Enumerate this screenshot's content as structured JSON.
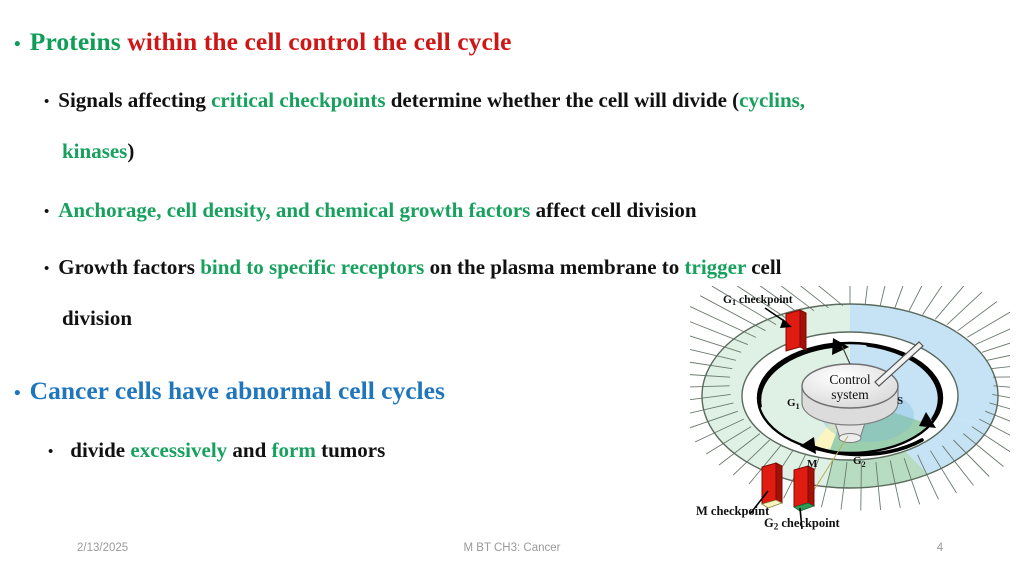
{
  "slide": {
    "bullets": [
      {
        "id": "b1",
        "level": 1,
        "glyph": "•",
        "segments": [
          {
            "text": "Proteins ",
            "color": "#0f9d58"
          },
          {
            "text": "within the cell control the cell cycle",
            "color": "#cf1616"
          }
        ]
      },
      {
        "id": "b2",
        "level": 2,
        "glyph": "•",
        "segments": [
          {
            "text": "Signals affecting ",
            "color": "#111111"
          },
          {
            "text": "critical checkpoints",
            "color": "#17a05e"
          },
          {
            "text": " determine whether the cell will divide  (",
            "color": "#111111"
          },
          {
            "text": "cyclins,",
            "color": "#17a05e"
          }
        ],
        "segments_line2": [
          {
            "text": "kinases",
            "color": "#17a05e"
          },
          {
            "text": ")",
            "color": "#111111"
          }
        ]
      },
      {
        "id": "b3",
        "level": 2,
        "glyph": "•",
        "segments": [
          {
            "text": "Anchorage, cell density, and chemical growth factors",
            "color": "#17a05e"
          },
          {
            "text": " affect cell division",
            "color": "#111111"
          }
        ]
      },
      {
        "id": "b4",
        "level": 2,
        "glyph": "•",
        "segments": [
          {
            "text": "Growth factors ",
            "color": "#111111"
          },
          {
            "text": "bind to specific receptors",
            "color": "#17a05e"
          },
          {
            "text": " on the plasma membrane to ",
            "color": "#111111"
          },
          {
            "text": "trigger",
            "color": "#17a05e"
          },
          {
            "text": " cell",
            "color": "#111111"
          }
        ],
        "segments_line2": [
          {
            "text": "division",
            "color": "#111111"
          }
        ]
      },
      {
        "id": "b5",
        "level": 1,
        "glyph": "•",
        "segments": [
          {
            "text": "Cancer cells have abnormal cell cycles",
            "color": "#1f76bc"
          }
        ]
      },
      {
        "id": "b6",
        "level": 2,
        "glyph": "•",
        "segments": [
          {
            "text": "divide ",
            "color": "#111111"
          },
          {
            "text": "excessively",
            "color": "#17a05e"
          },
          {
            "text": " and ",
            "color": "#111111"
          },
          {
            "text": "form",
            "color": "#17a05e"
          },
          {
            "text": " tumors",
            "color": "#111111"
          }
        ]
      }
    ],
    "text": {
      "b1_full": "Proteins within the cell control the cell cycle",
      "b2_full": "Signals affecting critical checkpoints determine whether the cell will divide  (cyclins, kinases)",
      "b3_full": "Anchorage, cell density, and chemical growth factors affect cell division",
      "b4_full": "Growth factors bind to specific receptors on the plasma membrane to trigger cell division",
      "b5_full": "Cancer cells have abnormal cell cycles",
      "b6_full": "divide excessively and form tumors"
    }
  },
  "diagram": {
    "caption_g1_checkpoint": "G",
    "caption_g1_checkpoint_sub": "1",
    "caption_g1_checkpoint_rest": " checkpoint",
    "caption_m_checkpoint": "M checkpoint",
    "caption_g2_checkpoint": "G",
    "caption_g2_checkpoint_sub": "2",
    "caption_g2_checkpoint_rest": " checkpoint",
    "control_line1": "Control",
    "control_line2": "system",
    "phase_g1": "G",
    "phase_g1_sub": "1",
    "phase_s": "S",
    "phase_g2": "G",
    "phase_g2_sub": "2",
    "phase_m": "M",
    "colors": {
      "g1_fill": "#dff0e4",
      "s_fill": "#c6e2f5",
      "g2_fill": "#9ccfae",
      "m_fill": "#fbf5c0",
      "checkpoint_red": "#e01b10",
      "checkpoint_red_dark": "#9d0d06",
      "ring_outline": "#5a6a5c",
      "knob_fill": "#e8e8e8",
      "arrow": "#000000"
    }
  },
  "footer": {
    "date": "2/13/2025",
    "title": "M BT CH3: Cancer",
    "page": "4"
  }
}
